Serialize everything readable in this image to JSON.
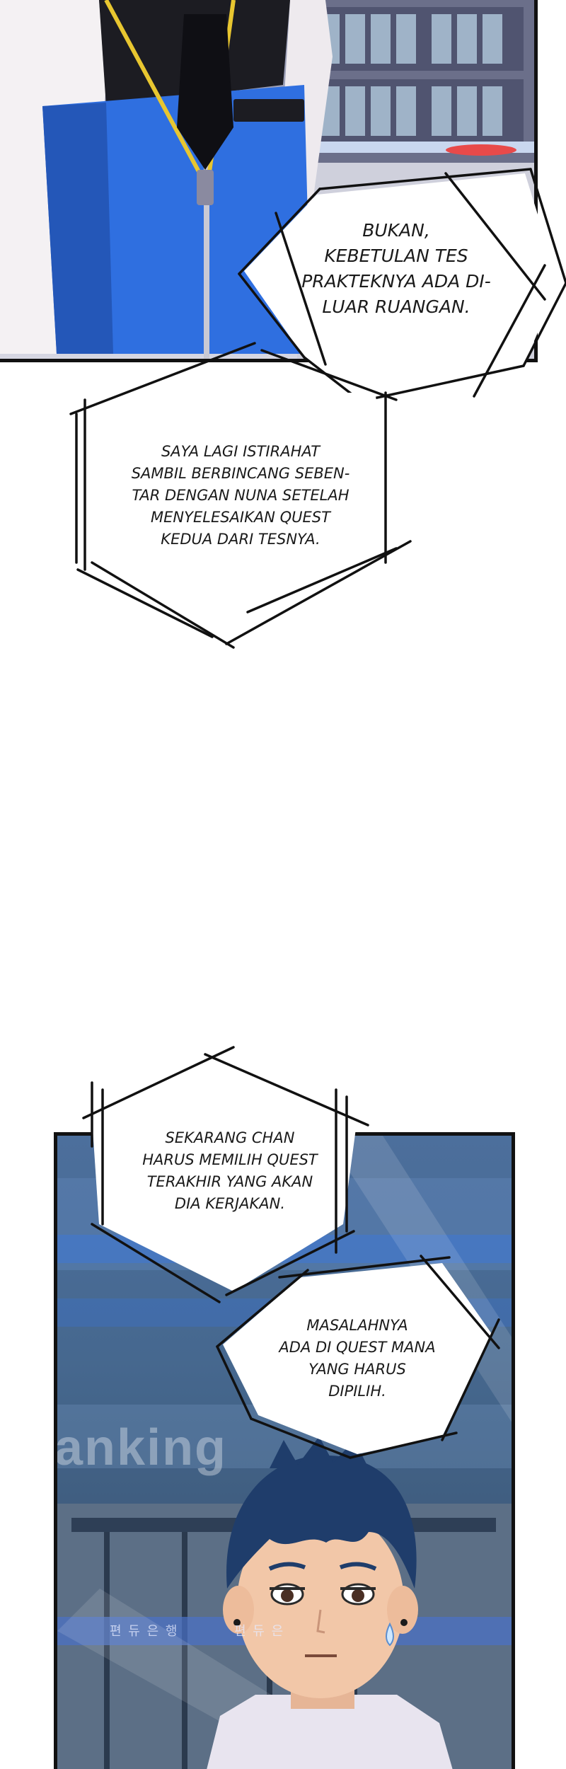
{
  "bubbles": {
    "b1": "BUKAN,\nKEBETULAN TES\nPRAKTEKNYA ADA DI-\nLUAR RUANGAN.",
    "b2": "SAYA LAGI ISTIRAHAT\nSAMBIL BERBINCANG SEBEN-\nTAR DENGAN NUNA SETELAH\nMENYELESAIKAN QUEST\nKEDUA DARI TESNYA.",
    "b3": "SEKARANG CHAN\nHARUS MEMILIH QUEST\nTERAKHIR YANG AKAN\nDIA KERJAKAN.",
    "b4": "MASALAHNYA\nADA DI QUEST MANA\nYANG HARUS\nDIPILIH."
  },
  "scene": {
    "store_sign_partial": "anking",
    "korean_sign_left": "편 듀 은 행",
    "korean_sign_right": "편 듀 은"
  },
  "colors": {
    "vest_blue": "#2f6fe0",
    "lanyard_yellow": "#e8c630",
    "hair_navy": "#1f3d6b",
    "skin": "#f2c7a8",
    "panel_border": "#111111"
  }
}
